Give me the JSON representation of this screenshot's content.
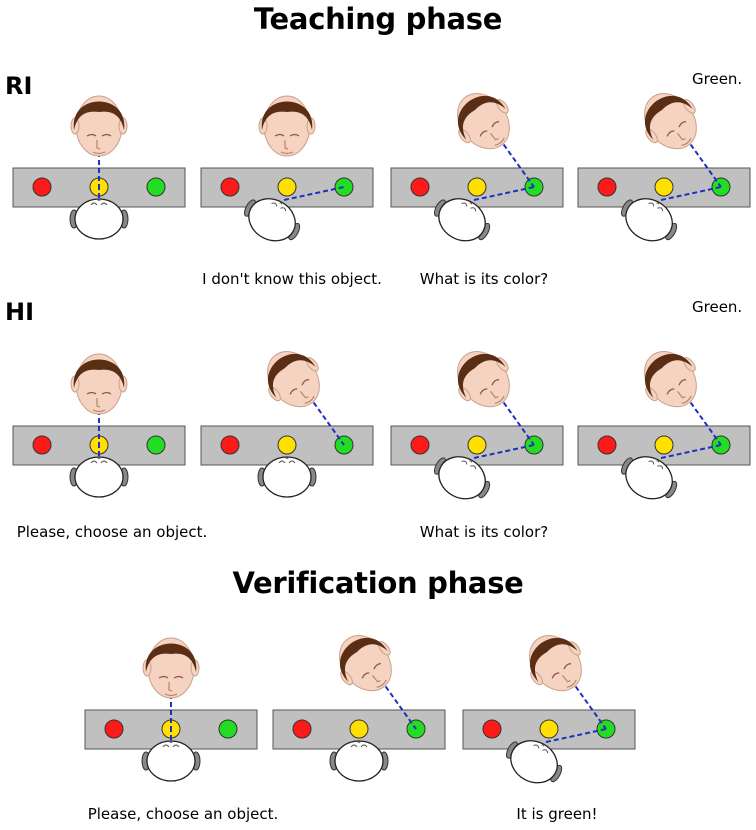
{
  "titles": {
    "teaching": "Teaching phase",
    "verification": "Verification phase"
  },
  "rows": {
    "ri": "RI",
    "hi": "HI"
  },
  "captions": {
    "ri_panel2": "I don't know this object.",
    "ri_panel3": "What is its color?",
    "ri_panel4": "Green.",
    "hi_panel1": "Please, choose an object.",
    "hi_panel3": "What is its color?",
    "hi_panel4": "Green.",
    "ver_panel1": "Please, choose an object.",
    "ver_panel3": "It is green!"
  },
  "colors": {
    "table": "#c0c0c0",
    "table_border": "#555555",
    "object_red": "#ff1a1a",
    "object_yellow": "#ffe000",
    "object_green": "#22dd22",
    "gaze_line": "#1f2fbf",
    "hair": "#5a2e14",
    "skin": "#f6d2c0",
    "human_head": "#ffffff"
  },
  "objects": [
    "red",
    "yellow",
    "green"
  ],
  "panels": {
    "ri": [
      {
        "robot": "straight",
        "gaze_target": "yellow",
        "human": "straight"
      },
      {
        "robot": "straight",
        "gaze_target": "green",
        "human": "toward-green"
      },
      {
        "robot": "toward-green",
        "gaze_target": "green",
        "human": "toward-green"
      },
      {
        "robot": "toward-green",
        "gaze_target": "green",
        "human": "toward-green"
      }
    ],
    "hi": [
      {
        "robot": "straight",
        "gaze_target": "yellow",
        "human": "straight"
      },
      {
        "robot": "toward-green",
        "gaze_target": "green",
        "human": "straight"
      },
      {
        "robot": "toward-green",
        "gaze_target": "green",
        "human": "toward-green"
      },
      {
        "robot": "toward-green",
        "gaze_target": "green",
        "human": "toward-green"
      }
    ],
    "verification": [
      {
        "robot": "straight",
        "gaze_target": "yellow",
        "human": "straight"
      },
      {
        "robot": "toward-green",
        "gaze_target": "green",
        "human": "straight"
      },
      {
        "robot": "toward-green",
        "gaze_target": "green",
        "human": "toward-green"
      }
    ]
  }
}
